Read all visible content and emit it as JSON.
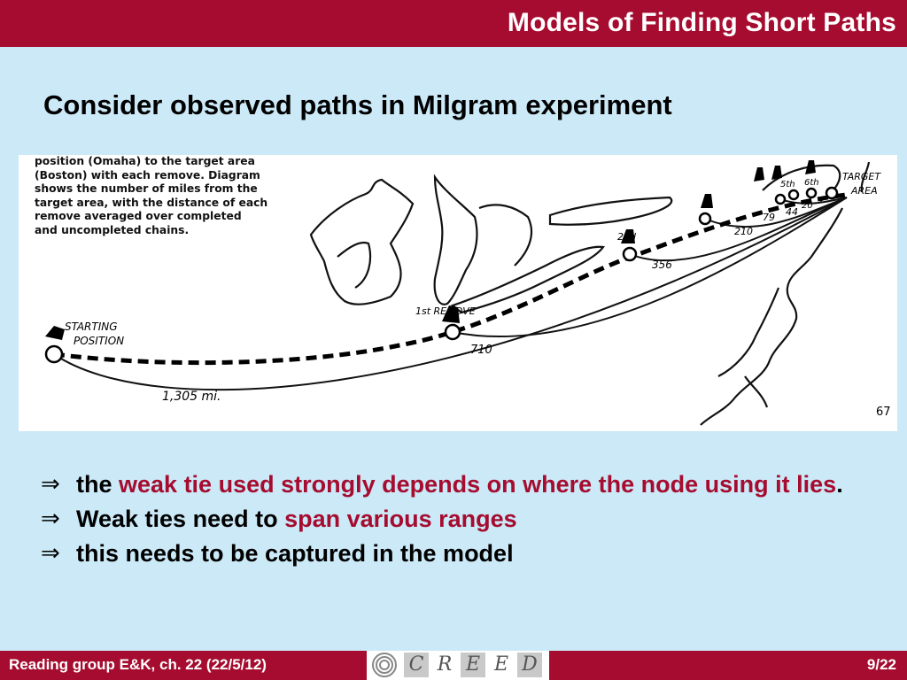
{
  "header": {
    "title": "Models of Finding Short Paths"
  },
  "slide": {
    "heading": "Consider observed paths in Milgram experiment"
  },
  "figure": {
    "caption_lines": [
      "position (Omaha) to the target area",
      "(Boston) with each remove. Diagram",
      "shows the number of miles from the",
      "target area, with the distance of each",
      "remove averaged over completed",
      "and uncompleted chains."
    ],
    "labels": {
      "start_line1": "STARTING",
      "start_line2": "POSITION",
      "first_remove": "1st REMOVE",
      "second_remove": "2nd",
      "target_line1": "TARGET",
      "target_line2": "AREA",
      "m1305": "1,305 mi.",
      "m710": "710",
      "m356": "356",
      "m210": "210",
      "m79": "79",
      "m44": "44",
      "m20": "20",
      "r5": "5th",
      "r6": "6th",
      "page_ref": "67"
    }
  },
  "bullets": [
    {
      "prefix": "the ",
      "highlight": "weak tie used strongly depends on where the node using it lies",
      "suffix": "."
    },
    {
      "prefix": "Weak ties need to ",
      "highlight": "span various ranges",
      "suffix": ""
    },
    {
      "prefix": "this needs to be captured in the model",
      "highlight": "",
      "suffix": ""
    }
  ],
  "footer": {
    "left_text": "Reading group E&K, ch. 22 (22/5/12)",
    "logo_letters": [
      "C",
      "R",
      "E",
      "E",
      "D"
    ],
    "page": "9/22"
  },
  "colors": {
    "accent": "#a50c2f",
    "background": "#cbe9f7"
  }
}
